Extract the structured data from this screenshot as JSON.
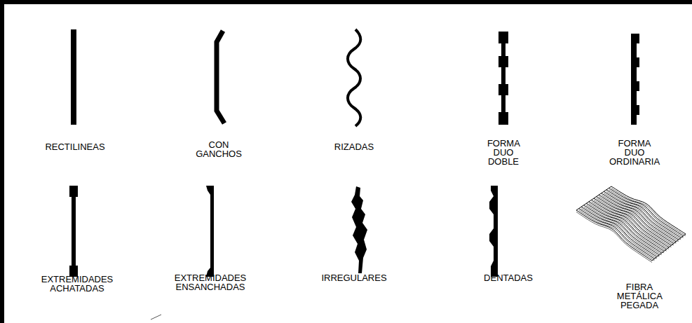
{
  "diagram": {
    "labels": [
      "RECTILINEAS",
      "CON GANCHOS",
      "RIZADAS",
      "FORMA DUO DOBLE",
      "FORMA DUO ORDINARIA",
      "EXTREMIDADES ACHATADAS",
      "EXTREMIDADES ENSANCHADAS",
      "IRREGULARES",
      "DENTADAS",
      "FIBRA METÁLICA PEGADA"
    ]
  }
}
